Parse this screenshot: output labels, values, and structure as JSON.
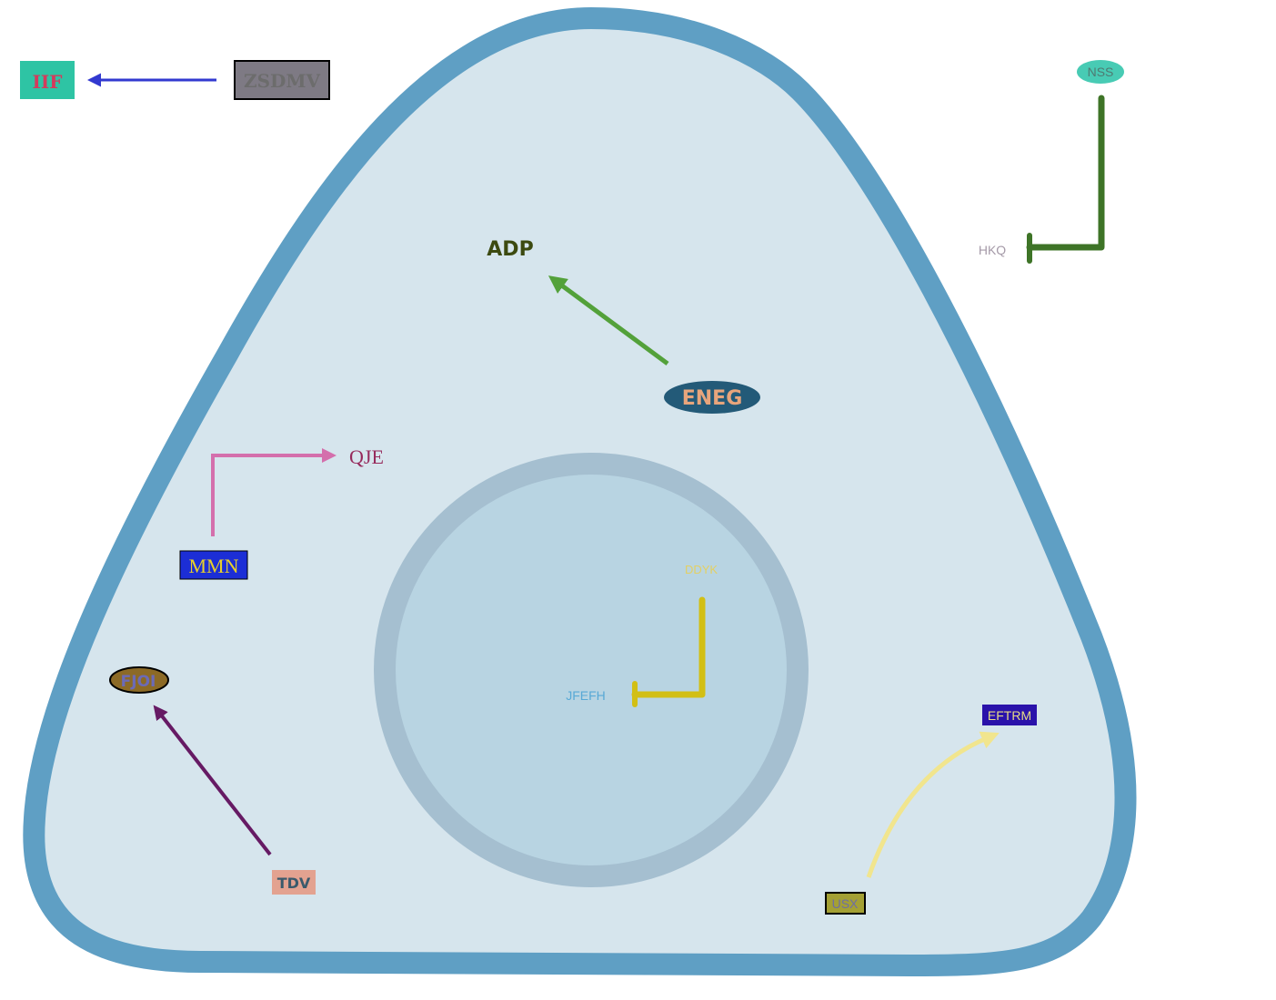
{
  "nodes": {
    "iif": "IIF",
    "zsdmv": "ZSDMV",
    "nss": "NSS",
    "hkq": "HKQ",
    "adp": "ADP",
    "eneg": "ENEG",
    "qje": "QJE",
    "mmn": "MMN",
    "ddyk": "DDYK",
    "jfefh": "JFEFH",
    "fjoi": "FJOI",
    "tdv": "TDV",
    "eftrm": "EFTRM",
    "usx": "USX"
  },
  "colors": {
    "cell_membrane": "#5f9fc4",
    "cytoplasm": "#d6e5ed",
    "nucleus_envelope": "#a5bfd0",
    "nucleoplasm": "#b8d4e2",
    "arrow_zsdmv_iif": "#3239d0",
    "inhibit_nss_hkq": "#3e7427",
    "arrow_eneg_adp": "#53a13a",
    "arrow_mmn_qje": "#d46fac",
    "inhibit_ddyk_jfefh": "#d2bf14",
    "arrow_tdv_fjoi": "#661a64",
    "arrow_usx_eftrm": "#f1e58e"
  }
}
